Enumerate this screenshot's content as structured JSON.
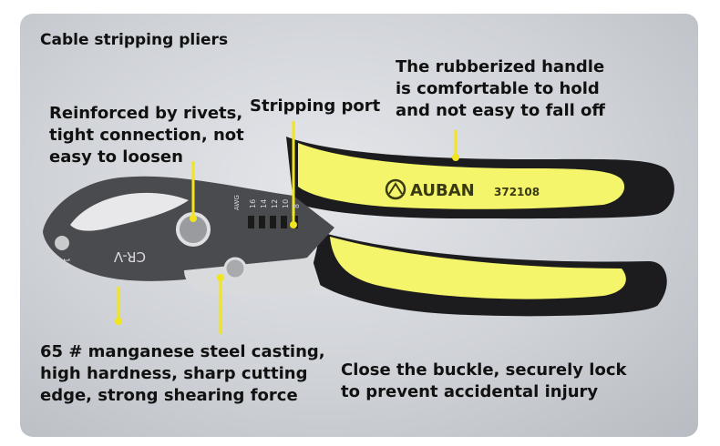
{
  "title": "Cable stripping pliers",
  "callouts": {
    "rivets": "Reinforced by rivets,\ntight connection, not\neasy to loosen",
    "port": "Stripping port",
    "handle": "The rubberized handle\nis comfortable to hold\nand not easy to fall off",
    "steel": "65 # manganese steel casting,\nhigh hardness, sharp cutting\nedge, strong shearing force",
    "buckle": "Close the buckle, securely lock\nto prevent accidental injury"
  },
  "tool": {
    "brand": "AUBAN",
    "model": "372108",
    "blade_mark": "CR-V",
    "gauge_unit": "AWG",
    "gauges": [
      "16",
      "14",
      "12",
      "10",
      "8"
    ],
    "jaw_number": "16"
  },
  "colors": {
    "handle_yellow": "#f4f56a",
    "handle_black": "#1c1c1e",
    "callout_line": "#f2e51d"
  }
}
